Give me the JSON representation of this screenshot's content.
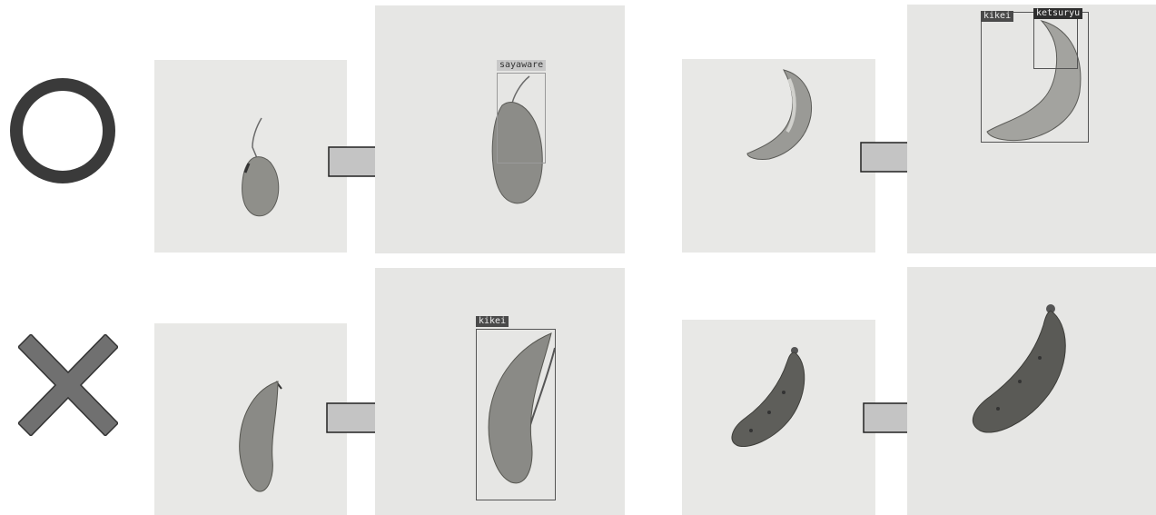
{
  "symbols": {
    "ok": "circle-mark",
    "ng": "cross-mark"
  },
  "detections": {
    "top_left": "sayaware",
    "top_right_1": "kikei",
    "top_right_2": "ketsuryu",
    "bottom_left": "kikei"
  },
  "colors": {
    "symbol": "#3a3a3a",
    "cross": "#6f6f6f",
    "arrow_fill": "#c4c4c4",
    "arrow_stroke": "#222222",
    "panel_bg": "#e6e6e6"
  }
}
